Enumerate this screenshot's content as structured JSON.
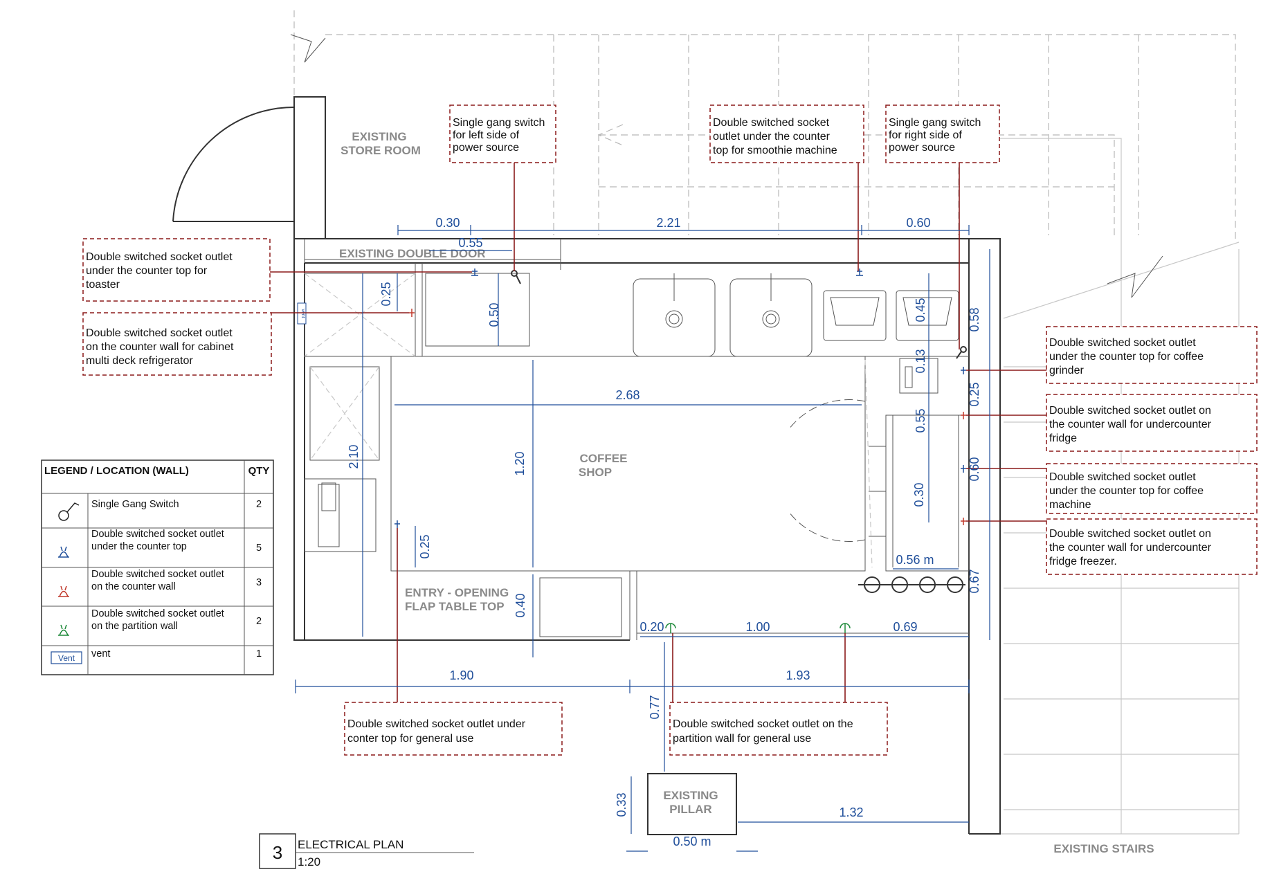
{
  "rooms": {
    "store_room": [
      "EXISTING",
      "STORE ROOM"
    ],
    "double_door": "EXISTING  DOUBLE DOOR",
    "coffee_shop": [
      "COFFEE",
      "SHOP"
    ],
    "entry": [
      "ENTRY - OPENING",
      "FLAP TABLE TOP"
    ],
    "pillar": [
      "EXISTING",
      "PILLAR"
    ],
    "stairs": "EXISTING STAIRS"
  },
  "vent_tag": "vent",
  "notes": {
    "toaster": [
      "Double switched socket outlet",
      "under the counter top for",
      "toaster"
    ],
    "refrigerator": [
      "Double switched socket outlet",
      "on the counter wall for cabinet",
      "multi deck refrigerator"
    ],
    "left_switch": [
      "Single gang switch",
      "for left side of",
      "power source"
    ],
    "smoothie": [
      "Double switched socket",
      "outlet under the counter",
      "top for smoothie machine"
    ],
    "right_switch": [
      "Single gang switch",
      "for right side of",
      "power source"
    ],
    "grinder": [
      "Double switched socket outlet",
      "under the counter top for coffee",
      "grinder"
    ],
    "undercounter_fridge": [
      "Double switched socket outlet on",
      "the counter wall for undercounter",
      "fridge"
    ],
    "coffee_machine": [
      "Double switched socket outlet",
      "under the counter top for coffee",
      "machine"
    ],
    "fridge_freezer": [
      "Double switched socket outlet on",
      "the counter wall for undercounter",
      "fridge  freezer."
    ],
    "general_under": [
      "Double switched socket outlet under",
      "conter top for general use"
    ],
    "partition": [
      "Double switched socket outlet on the",
      "partition wall for general use"
    ]
  },
  "dimensions": {
    "d_030": "0.30",
    "d_055": "0.55",
    "d_221": "2.21",
    "d_060_top": "0.60",
    "d_025_left": "0.25",
    "d_050": "0.50",
    "d_210": "2.10",
    "d_268": "2.68",
    "d_120": "1.20",
    "d_025_bottom": "0.25",
    "d_040": "0.40",
    "d_045": "0.45",
    "d_013": "0.13",
    "d_055_right": "0.55",
    "d_030_right": "0.30",
    "d_056": "0.56 m",
    "d_058": "0.58",
    "d_025_right": "0.25",
    "d_060_right": "0.60",
    "d_067": "0.67",
    "d_020": "0.20",
    "d_100": "1.00",
    "d_069": "0.69",
    "d_190": "1.90",
    "d_193": "1.93",
    "d_077": "0.77",
    "d_033": "0.33",
    "d_050m": "0.50 m",
    "d_132": "1.32"
  },
  "legend": {
    "header": "LEGEND / LOCATION (WALL)",
    "qty_header": "QTY",
    "rows": [
      {
        "label": [
          "Single Gang Switch"
        ],
        "qty": "2",
        "icon": "single-gang-switch-icon",
        "color": "#222222"
      },
      {
        "label": [
          "Double switched socket outlet",
          "under the counter top"
        ],
        "qty": "5",
        "icon": "socket-under-counter-icon",
        "color": "#1f4e9a"
      },
      {
        "label": [
          "Double switched socket outlet",
          "on the counter wall"
        ],
        "qty": "3",
        "icon": "socket-counter-wall-icon",
        "color": "#c0392b"
      },
      {
        "label": [
          "Double switched socket outlet",
          "on the partition wall"
        ],
        "qty": "2",
        "icon": "socket-partition-wall-icon",
        "color": "#1e8a3a"
      },
      {
        "label": [
          "vent"
        ],
        "qty": "1",
        "icon": "vent-icon",
        "tag": "Vent",
        "color": "#1f4e9a"
      }
    ]
  },
  "title_block": {
    "number": "3",
    "title": "ELECTRICAL PLAN",
    "scale": "1:20"
  },
  "colors": {
    "dimension": "#1f4e9a",
    "leader": "#8b1a1a",
    "wall": "#333333"
  }
}
